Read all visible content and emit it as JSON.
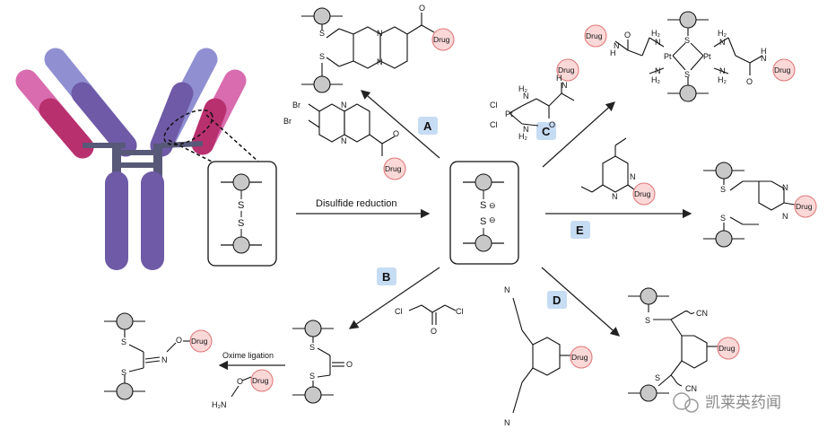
{
  "labels": {
    "disulfide_reduction": "Disulfide reduction",
    "oxime_ligation": "Oxime ligation",
    "drug": "Drug",
    "sulfur": "S",
    "sulfur_anion_symbol": "⊖",
    "watermark": "凯莱英药闻"
  },
  "badges": [
    "A",
    "B",
    "C",
    "D",
    "E"
  ],
  "atoms": {
    "br": "Br",
    "cl": "Cl",
    "n": "N",
    "o": "O",
    "pt": "Pt",
    "h": "H",
    "h2": "H₂",
    "h2n": "H₂N",
    "cn": "CN",
    "nh": "N"
  },
  "colors": {
    "antibody_light_pink": "#d86cae",
    "antibody_dark_pink": "#b8306e",
    "antibody_light_purple": "#8f8fd2",
    "antibody_dark_purple": "#6e5aa6",
    "hinge": "#585878",
    "badge_bg": "#c6dcf3",
    "drug_fill": "#fbd8d8",
    "drug_stroke": "#e07a7a",
    "cys_fill": "#c8c8c8"
  }
}
